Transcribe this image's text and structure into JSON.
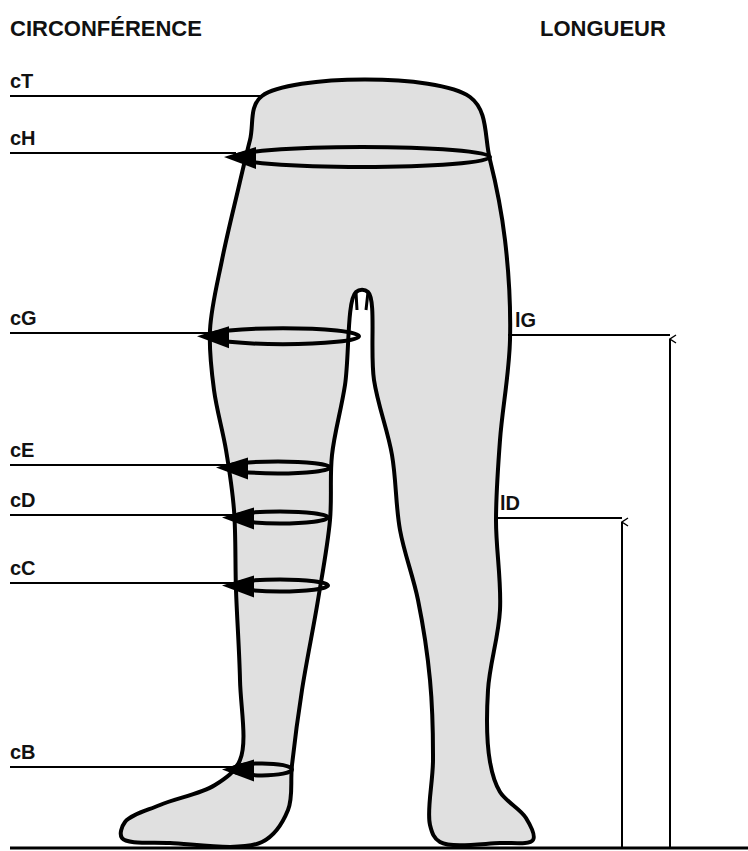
{
  "diagram": {
    "labels": [
      "CIRCONFÉRENCE",
      "LONGUEUR",
      "cT",
      "cH",
      "cG",
      "cE",
      "cD",
      "cC",
      "cB",
      "lG",
      "lD"
    ]
  }
}
